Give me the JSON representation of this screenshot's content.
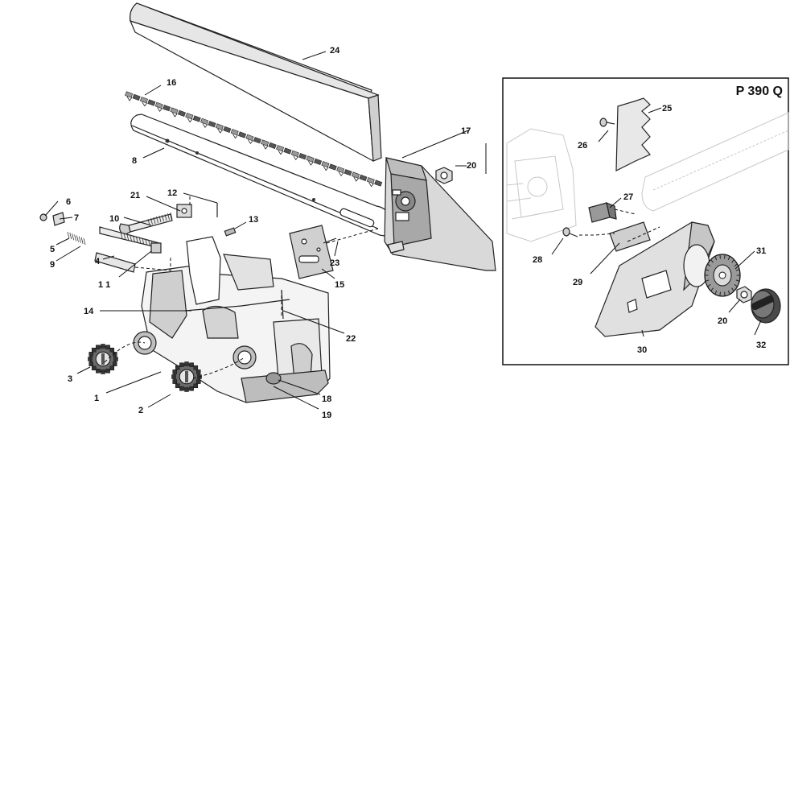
{
  "diagram": {
    "inset_title": "P 390 Q",
    "callouts": [
      {
        "id": "c1",
        "text": "1"
      },
      {
        "id": "c2",
        "text": "2"
      },
      {
        "id": "c3",
        "text": "3"
      },
      {
        "id": "c4",
        "text": "4"
      },
      {
        "id": "c5",
        "text": "5"
      },
      {
        "id": "c6",
        "text": "6"
      },
      {
        "id": "c7",
        "text": "7"
      },
      {
        "id": "c8",
        "text": "8"
      },
      {
        "id": "c9",
        "text": "9"
      },
      {
        "id": "c10",
        "text": "10"
      },
      {
        "id": "c11",
        "text": "1 1"
      },
      {
        "id": "c12",
        "text": "12"
      },
      {
        "id": "c13",
        "text": "13"
      },
      {
        "id": "c14",
        "text": "14"
      },
      {
        "id": "c15",
        "text": "15"
      },
      {
        "id": "c16",
        "text": "16"
      },
      {
        "id": "c17",
        "text": "17"
      },
      {
        "id": "c18",
        "text": "18"
      },
      {
        "id": "c19",
        "text": "19"
      },
      {
        "id": "c20a",
        "text": "20"
      },
      {
        "id": "c21",
        "text": "21"
      },
      {
        "id": "c22",
        "text": "22"
      },
      {
        "id": "c23",
        "text": "23"
      },
      {
        "id": "c24",
        "text": "24"
      },
      {
        "id": "c25",
        "text": "25"
      },
      {
        "id": "c26",
        "text": "26"
      },
      {
        "id": "c27",
        "text": "27"
      },
      {
        "id": "c28",
        "text": "28"
      },
      {
        "id": "c29",
        "text": "29"
      },
      {
        "id": "c20b",
        "text": "20"
      },
      {
        "id": "c30",
        "text": "30"
      },
      {
        "id": "c31",
        "text": "31"
      },
      {
        "id": "c32",
        "text": "32"
      }
    ]
  }
}
